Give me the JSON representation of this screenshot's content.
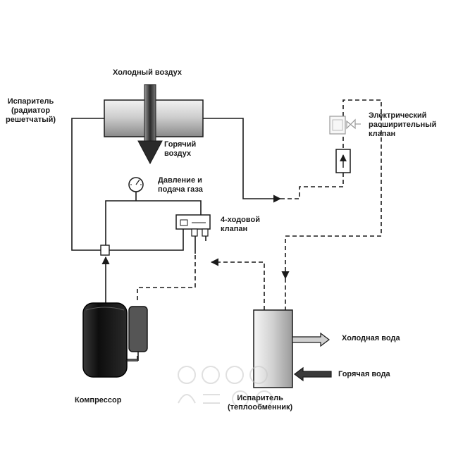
{
  "labels": {
    "cold_air": "Холодный воздух",
    "evaporator_radiator": [
      "Испаритель",
      "(радиатор",
      "решетчатый)"
    ],
    "hot_air": [
      "Горячий",
      "воздух"
    ],
    "electric_valve": [
      "Электрический",
      "расширительный",
      "клапан"
    ],
    "pressure": [
      "Давление и",
      "подача газа"
    ],
    "four_way_valve": [
      "4-ходовой",
      "клапан"
    ],
    "cold_water": "Холодная вода",
    "hot_water": "Горячая вода",
    "compressor": "Компрессор",
    "evaporator_hx": [
      "Испаритель",
      "(теплообменник)"
    ]
  },
  "colors": {
    "line": "#1a1a1a",
    "component_dark": "#111111",
    "component_fill": "#d4d4d4",
    "watermark": "#c8c8c8"
  },
  "icons": {
    "pressure_gauge": "gauge-icon",
    "flow_arrow": "up-arrow-icon",
    "watermark": "avto-logo-watermark"
  }
}
